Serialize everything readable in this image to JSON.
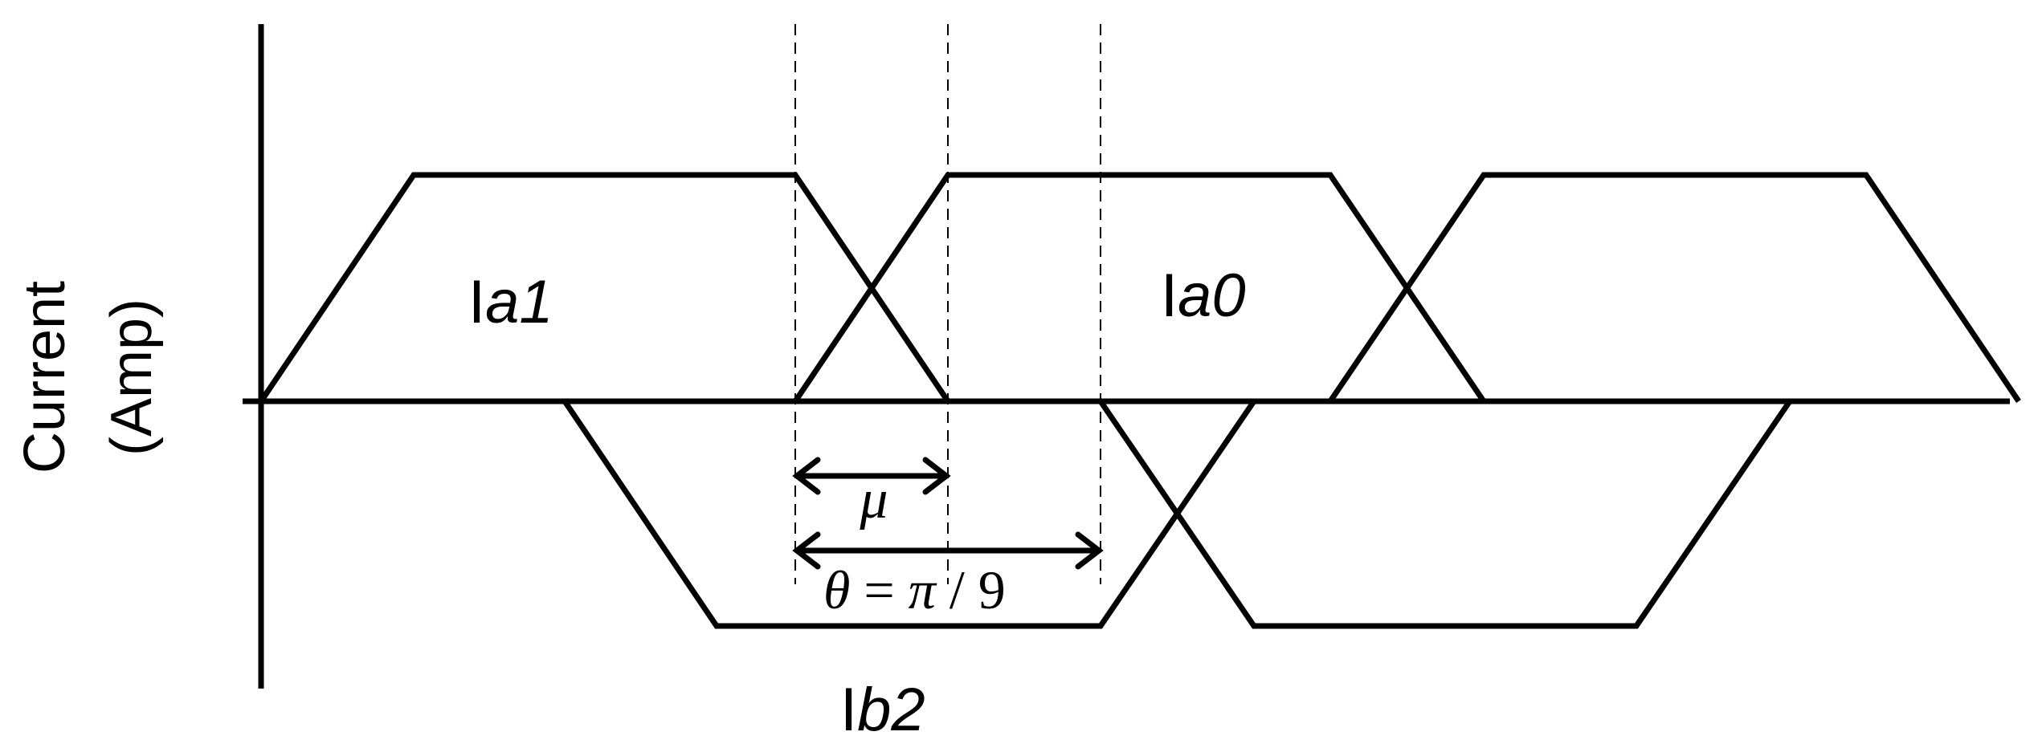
{
  "diagram": {
    "y_axis_label_line1": "Current",
    "y_axis_label_line2": "(Amp)",
    "labels": {
      "ia1_main": "I",
      "ia1_sub": "a1",
      "ia0_main": "I",
      "ia0_sub": "a0",
      "ib2_main": "I",
      "ib2_sub": "b2"
    },
    "mu_symbol": "μ",
    "theta_equation": {
      "theta": "θ",
      "equals": " = ",
      "pi": "π",
      "rest": " / 9"
    },
    "colors": {
      "line": "#000000",
      "dashed": "#000000",
      "background": "#ffffff"
    }
  }
}
